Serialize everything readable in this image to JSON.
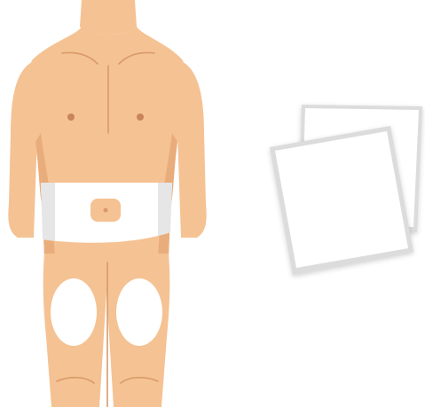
{
  "illustration": {
    "figure": "male-torso-front",
    "highlighted_areas": [
      "abdomen",
      "left-thigh",
      "right-thigh"
    ],
    "object": "gauze-pads",
    "object_count": 2
  },
  "colors": {
    "background": "#ffffff",
    "skin": "#f5c293",
    "skin_shadow": "#e9ad7b",
    "skin_line": "#d99a68",
    "nipple": "#c8845a",
    "highlight": "#ffffff",
    "highlight_edge": "#e6e6e6",
    "pad_face": "#ffffff",
    "pad_edge": "#dcdcdc"
  }
}
